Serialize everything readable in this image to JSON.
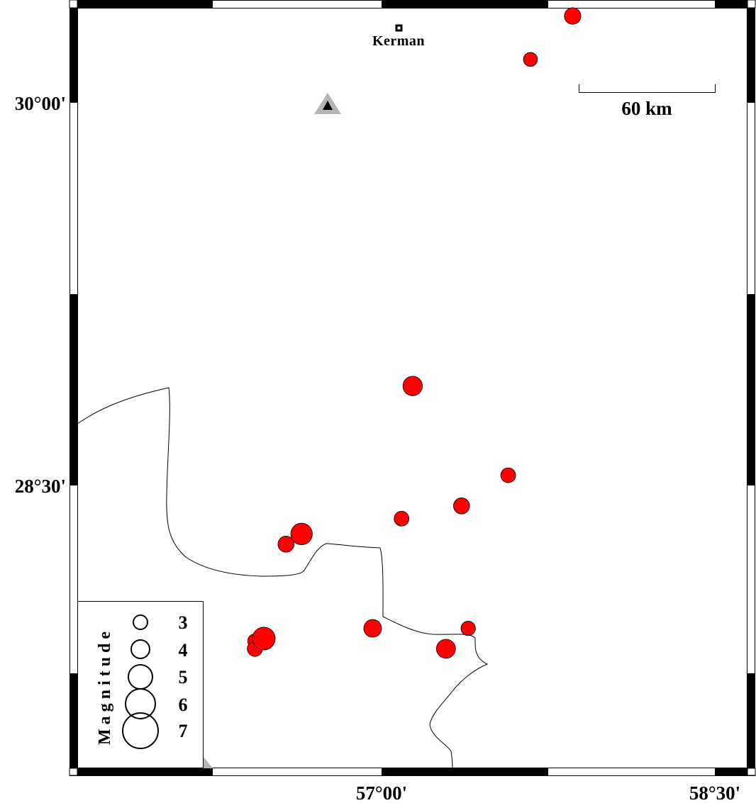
{
  "map": {
    "city": {
      "name": "Kerman"
    },
    "scale_bar": {
      "label": "60 km"
    },
    "axes": {
      "latitude_labels": [
        "30°00'",
        "28°30'"
      ],
      "longitude_labels": [
        "57°00'",
        "58°30'"
      ]
    },
    "legend": {
      "title": "Magnitude",
      "magnitudes": [
        "3",
        "4",
        "5",
        "6",
        "7"
      ]
    },
    "colors": {
      "earthquake": "#ff0000",
      "station_outer": "#b4b4b4",
      "station_inner": "#000000"
    },
    "earthquakes": [
      {
        "lon": 57.86,
        "lat": 30.34,
        "mag": 4.3
      },
      {
        "lon": 57.67,
        "lat": 30.17,
        "mag": 3.7
      },
      {
        "lon": 57.14,
        "lat": 28.89,
        "mag": 5.0
      },
      {
        "lon": 57.57,
        "lat": 28.54,
        "mag": 3.9
      },
      {
        "lon": 57.36,
        "lat": 28.42,
        "mag": 4.2
      },
      {
        "lon": 57.09,
        "lat": 28.37,
        "mag": 3.9
      },
      {
        "lon": 56.57,
        "lat": 28.27,
        "mag": 4.2
      },
      {
        "lon": 56.64,
        "lat": 28.31,
        "mag": 5.5
      },
      {
        "lon": 56.96,
        "lat": 27.94,
        "mag": 4.6
      },
      {
        "lon": 57.39,
        "lat": 27.94,
        "mag": 3.8
      },
      {
        "lon": 57.29,
        "lat": 27.86,
        "mag": 4.9
      },
      {
        "lon": 56.47,
        "lat": 27.9,
        "mag": 5.8
      },
      {
        "lon": 56.43,
        "lat": 27.89,
        "mag": 3.8
      },
      {
        "lon": 56.43,
        "lat": 27.86,
        "mag": 4.0
      }
    ]
  }
}
